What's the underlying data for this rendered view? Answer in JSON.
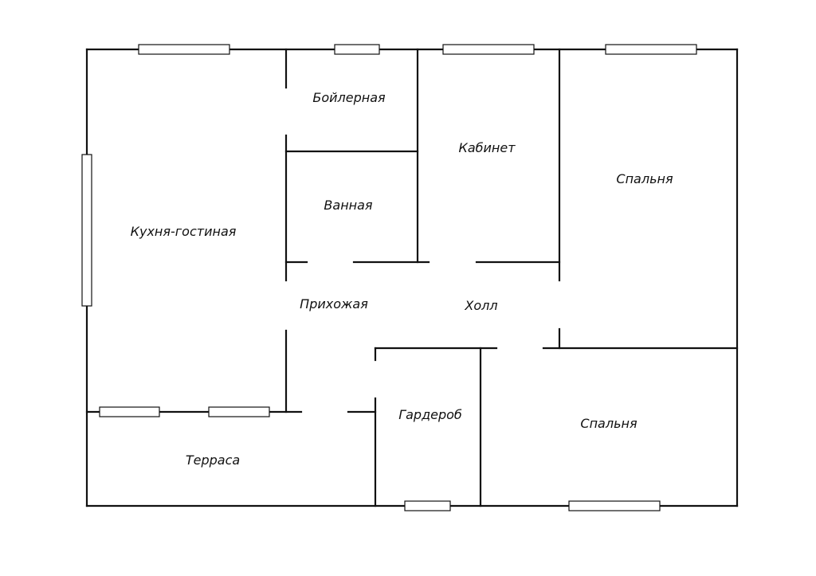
{
  "floor_plan": {
    "colors": {
      "wall": "#111111",
      "window_fill": "#ffffff",
      "background": "#ffffff"
    },
    "rooms": {
      "boiler": "Бойлерная",
      "study": "Кабинет",
      "bedroom_1": "Спальня",
      "bathroom": "Ванная",
      "kitchen_living": "Кухня-гостиная",
      "entrance": "Прихожая",
      "hall": "Холл",
      "wardrobe": "Гардероб",
      "bedroom_2": "Спальня",
      "terrace": "Терраса"
    }
  }
}
